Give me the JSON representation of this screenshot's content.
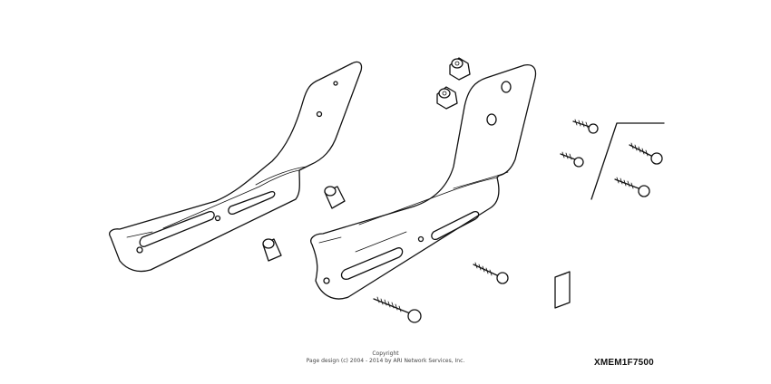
{
  "copyright": {
    "line1": "Copyright",
    "line2": "Page design (c) 2004 - 2014 by ARI Network Services, Inc."
  },
  "diagram_code": "XMEM1F7500",
  "parts": [
    {
      "icon": "left-bracket"
    },
    {
      "icon": "right-bracket"
    },
    {
      "icon": "spacer"
    },
    {
      "icon": "spacer"
    },
    {
      "icon": "flange-nut"
    },
    {
      "icon": "flange-nut"
    },
    {
      "icon": "bolt"
    },
    {
      "icon": "bolt"
    },
    {
      "icon": "bolt"
    },
    {
      "icon": "bolt"
    },
    {
      "icon": "bolt"
    },
    {
      "icon": "bolt"
    },
    {
      "icon": "reflector-pad"
    }
  ]
}
